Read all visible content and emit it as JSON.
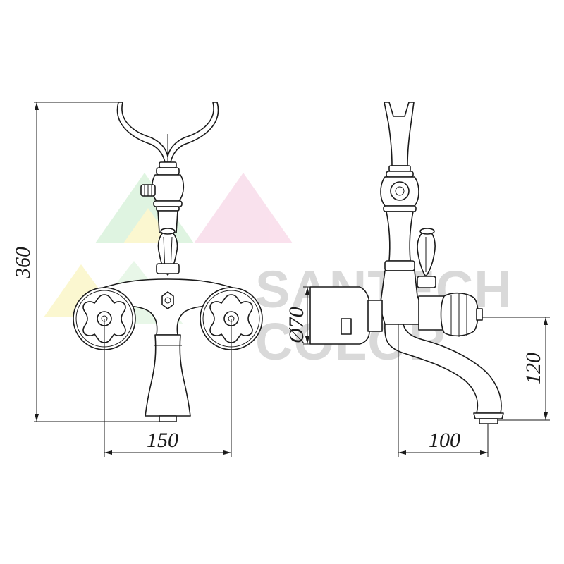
{
  "watermark": {
    "line1": "SANTECH",
    "line2": "COLOR",
    "colors": {
      "yellow": "#fbf6c8",
      "green": "#daf3dc",
      "pink": "#f9dcea",
      "gray": "#d9d9d9"
    }
  },
  "dimensions": {
    "height": "360",
    "width": "150",
    "diameter": "Ø70",
    "spout_height": "120",
    "reach": "100"
  },
  "line_color": "#1a1a1a"
}
